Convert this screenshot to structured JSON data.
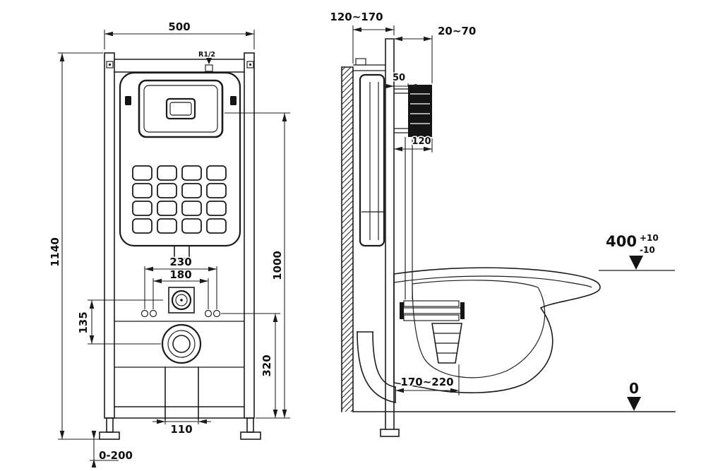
{
  "front_view": {
    "dim_width": "500",
    "dim_total_height": "1140",
    "dim_frame_height": "1000",
    "dim_bolt_outer": "230",
    "dim_bolt_inner": "180",
    "dim_offset_left": "135",
    "dim_drain_height": "320",
    "dim_bracket_width": "110",
    "dim_feet_range": "0-200",
    "label_water_inlet": "R1/2"
  },
  "side_view": {
    "dim_frame_depth": "120~170",
    "dim_plate_depth": "20~70",
    "dim_top_gap": "50",
    "dim_pipe_depth": "120",
    "dim_rim_height": "400",
    "dim_rim_tol_plus": "+10",
    "dim_rim_tol_minus": "-10",
    "dim_outlet_distance": "170~220",
    "dim_floor_level": "0"
  }
}
